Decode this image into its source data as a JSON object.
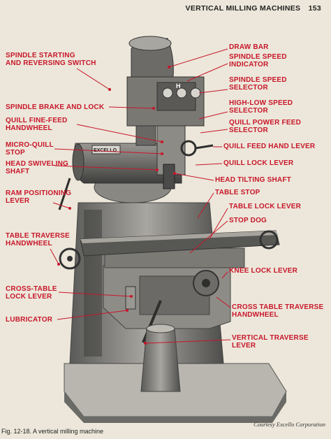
{
  "header": {
    "title": "VERTICAL MILLING MACHINES",
    "page_number": "153"
  },
  "nameplate": "EXCELLO",
  "labels": {
    "draw_bar": "DRAW BAR",
    "spindle_speed_indicator": [
      "SPINDLE SPEED",
      "INDICATOR"
    ],
    "spindle_starting": [
      "SPINDLE STARTING",
      "AND REVERSING SWITCH"
    ],
    "spindle_speed_selector": [
      "SPINDLE SPEED",
      "SELECTOR"
    ],
    "spindle_brake": "SPINDLE BRAKE AND LOCK",
    "high_low_speed": [
      "HIGH-LOW SPEED",
      "SELECTOR"
    ],
    "quill_fine_feed": [
      "QUILL FINE-FEED",
      "HANDWHEEL"
    ],
    "quill_power_feed": [
      "QUILL POWER FEED",
      "SELECTOR"
    ],
    "micro_quill_stop": [
      "MICRO-QUILL",
      "STOP"
    ],
    "quill_feed_hand_lever": "QUILL FEED HAND LEVER",
    "quill_lock_lever": "QUILL LOCK LEVER",
    "head_swiveling_shaft": [
      "HEAD SWIVELING",
      "SHAFT"
    ],
    "head_tilting_shaft": "HEAD TILTING SHAFT",
    "table_stop": "TABLE STOP",
    "ram_positioning_lever": [
      "RAM POSITIONING",
      "LEVER"
    ],
    "table_lock_lever": "TABLE LOCK LEVER",
    "stop_dog": "STOP DOG",
    "table_traverse_handwheel": [
      "TABLE TRAVERSE",
      "HANDWHEEL"
    ],
    "knee_lock_lever": "KNEE LOCK LEVER",
    "cross_table_lock_lever": [
      "CROSS-TABLE",
      "LOCK LEVER"
    ],
    "cross_table_traverse_handwheel": [
      "CROSS TABLE TRAVERSE",
      "HANDWHEEL"
    ],
    "lubricator": "LUBRICATOR",
    "vertical_traverse_lever": [
      "VERTICAL TRAVERSE",
      "LEVER"
    ]
  },
  "caption": "Fig. 12-18.   A vertical milling machine",
  "credit": "Courtesy Excello Corporation",
  "colors": {
    "label": "#c8162a",
    "paper": "#ece7da",
    "metal_dark": "#4a4a48",
    "metal_mid": "#8a8a86",
    "metal_light": "#c9c7c0"
  }
}
